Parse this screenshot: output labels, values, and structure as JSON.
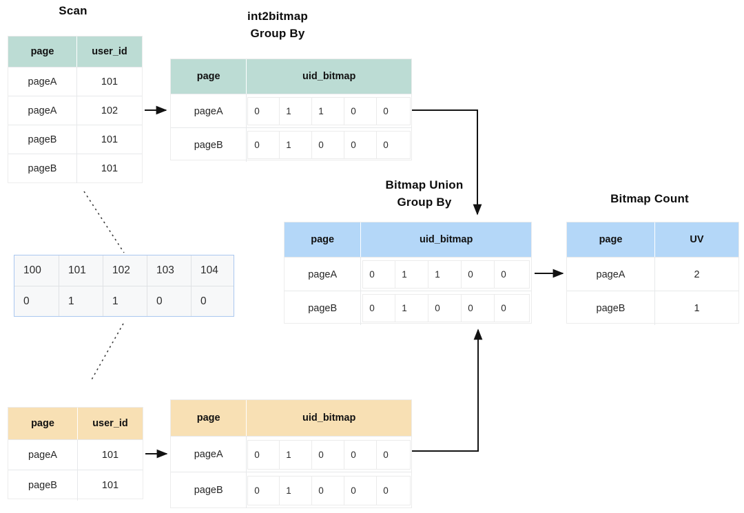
{
  "titles": {
    "scan": "Scan",
    "int2bitmap_line1": "int2bitmap",
    "int2bitmap_line2": "Group By",
    "bitmap_union_line1": "Bitmap Union",
    "bitmap_union_line2": "Group By",
    "bitmap_count": "Bitmap Count"
  },
  "scan_table_top": {
    "headers": [
      "page",
      "user_id"
    ],
    "rows": [
      [
        "pageA",
        "101"
      ],
      [
        "pageA",
        "102"
      ],
      [
        "pageB",
        "101"
      ],
      [
        "pageB",
        "101"
      ]
    ]
  },
  "int2bitmap_table": {
    "headers": [
      "page",
      "uid_bitmap"
    ],
    "rows": [
      {
        "page": "pageA",
        "bits": [
          "0",
          "1",
          "1",
          "0",
          "0"
        ]
      },
      {
        "page": "pageB",
        "bits": [
          "0",
          "1",
          "0",
          "0",
          "0"
        ]
      }
    ]
  },
  "bitmap_detail": {
    "ids": [
      "100",
      "101",
      "102",
      "103",
      "104"
    ],
    "bits": [
      "0",
      "1",
      "1",
      "0",
      "0"
    ]
  },
  "bitmap_union_table": {
    "headers": [
      "page",
      "uid_bitmap"
    ],
    "rows": [
      {
        "page": "pageA",
        "bits": [
          "0",
          "1",
          "1",
          "0",
          "0"
        ]
      },
      {
        "page": "pageB",
        "bits": [
          "0",
          "1",
          "0",
          "0",
          "0"
        ]
      }
    ]
  },
  "bitmap_count_table": {
    "headers": [
      "page",
      "UV"
    ],
    "rows": [
      [
        "pageA",
        "2"
      ],
      [
        "pageB",
        "1"
      ]
    ]
  },
  "scan_table_bottom": {
    "headers": [
      "page",
      "user_id"
    ],
    "rows": [
      [
        "pageA",
        "101"
      ],
      [
        "pageB",
        "101"
      ]
    ]
  },
  "int2bitmap_table_bottom": {
    "headers": [
      "page",
      "uid_bitmap"
    ],
    "rows": [
      {
        "page": "pageA",
        "bits": [
          "0",
          "1",
          "0",
          "0",
          "0"
        ]
      },
      {
        "page": "pageB",
        "bits": [
          "0",
          "1",
          "0",
          "0",
          "0"
        ]
      }
    ]
  },
  "colors": {
    "green_header": "#bcdcd4",
    "blue_header": "#b4d7f8",
    "orange_header": "#f8e0b4",
    "detail_border": "#a9c7ef",
    "wire": "#121212"
  }
}
